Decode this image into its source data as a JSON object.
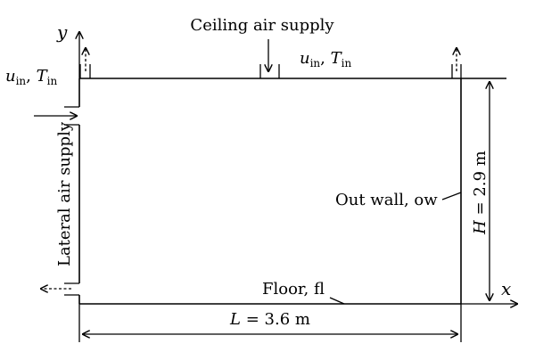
{
  "labels": {
    "ceiling_supply": "Ceiling air supply",
    "lateral_supply": "Lateral air supply",
    "out_wall": "Out wall, ow",
    "floor": "Floor, fl",
    "axis_y": "y",
    "axis_x": "x"
  },
  "inlet": {
    "u": "u",
    "u_sub": "in",
    "sep": ", ",
    "t": "T",
    "t_sub": "in"
  },
  "dimensions": {
    "height_var": "H",
    "height_val": " = 2.9 m",
    "length_var": "L",
    "length_val": " = 3.6 m"
  },
  "colors": {
    "line": "#000000",
    "background": "#ffffff"
  }
}
